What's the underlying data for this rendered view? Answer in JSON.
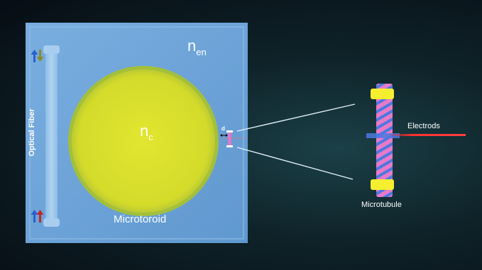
{
  "labels": {
    "n_en_base": "n",
    "n_en_sub": "en",
    "n_c_base": "n",
    "n_c_sub": "c",
    "microtoroid": "Microtoroid",
    "optical_fiber": "Optical Fiber",
    "electrods": "Electrods",
    "microtubule": "Microtubule",
    "gap": "d"
  },
  "colors": {
    "background": "#0e2228",
    "medium": "#6aa3d8",
    "toroid_fill": "#d9e02b",
    "toroid_rim": "#9fbf3a",
    "tubule_pink": "#e87ac8",
    "tubule_blue": "#4c78e0",
    "clamp_yellow": "#f5ef2f",
    "electrode_red": "#ff3030",
    "arrow_blue": "#2a5fd0",
    "arrow_olive": "#8a8a2a",
    "arrow_red": "#c02828"
  }
}
